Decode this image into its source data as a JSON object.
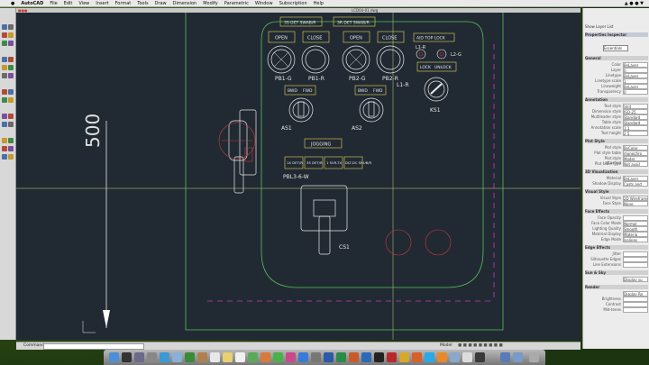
{
  "menubar": {
    "app": "AutoCAD",
    "items": [
      "File",
      "Edit",
      "View",
      "Insert",
      "Format",
      "Tools",
      "Draw",
      "Dimension",
      "Modify",
      "Parametric",
      "Window",
      "Subscription",
      "Help"
    ]
  },
  "document": {
    "title": "LCD04-01.dwg"
  },
  "drawing": {
    "dim_text": "500",
    "top_labels": [
      "3S DET SWAB/R",
      "3R DET SWAB/R"
    ],
    "aid_top_lock": "AID TOP LOCK",
    "open": "OPEN",
    "close": "CLOSE",
    "pb1g": "PB1-G",
    "pb1r": "PB1-R",
    "pb2g": "PB2-G",
    "pb2r": "PB2-R",
    "l1r_top": "L1-R",
    "l2g": "L2-G",
    "lock": "LOCK",
    "unlock": "UNLOCK",
    "l1r": "L1-R",
    "ks1": "KS1",
    "bwd": "BWD",
    "fwd": "FWD",
    "as1": "AS1",
    "as2": "AS2",
    "jogging": "JOGGING",
    "small_labels": [
      "1X DET/R",
      "3S DET/R",
      "1 SVR-TX",
      "DLT-DC SNUB/R"
    ],
    "pbl": "PBL3-6-W",
    "cs1": "CS1"
  },
  "command": {
    "label": "Command",
    "model_tab": "Model"
  },
  "inspector": {
    "title": "Show Layer List",
    "tab": "Properties Inspector",
    "selector": "Essentials",
    "sections": [
      {
        "name": "General",
        "rows": [
          {
            "k": "Color",
            "v": "ByLayer"
          },
          {
            "k": "Layer",
            "v": "0"
          },
          {
            "k": "Linetype",
            "v": "ByLayer"
          },
          {
            "k": "Linetype scale",
            "v": "1"
          },
          {
            "k": "Lineweight",
            "v": "ByLayer"
          },
          {
            "k": "Transparency",
            "v": "0"
          }
        ]
      },
      {
        "name": "Annotation",
        "rows": [
          {
            "k": "Text style",
            "v": "Unit"
          },
          {
            "k": "Dimension style",
            "v": "ISO-25"
          },
          {
            "k": "Multileader style",
            "v": "Standard"
          },
          {
            "k": "Table style",
            "v": "Standard"
          },
          {
            "k": "Annotation scale",
            "v": "1:1"
          },
          {
            "k": "Text height",
            "v": "2.5"
          }
        ]
      },
      {
        "name": "Plot Style",
        "rows": [
          {
            "k": "Plot style",
            "v": "ByColor"
          },
          {
            "k": "Plot style table",
            "v": "monochro"
          },
          {
            "k": "Plot style attached",
            "v": "Model"
          },
          {
            "k": "Plot table type",
            "v": "Not avail"
          }
        ]
      },
      {
        "name": "3D Visualization",
        "rows": [
          {
            "k": "Material",
            "v": "ByLayer"
          },
          {
            "k": "Shadow Display",
            "v": "Casts and"
          }
        ]
      },
      {
        "name": "Visual Style",
        "rows": [
          {
            "k": "Visual Style",
            "v": "2D Wireframe"
          },
          {
            "k": "Face Style",
            "v": "None"
          }
        ]
      },
      {
        "name": "Face Effects",
        "rows": [
          {
            "k": "Face Opacity",
            "v": ""
          },
          {
            "k": "Face Color Mode",
            "v": "Normal"
          },
          {
            "k": "Lighting Quality",
            "v": "Smooth"
          },
          {
            "k": "Material Display",
            "v": "Materia"
          },
          {
            "k": "Edge Mode",
            "v": "Isolines"
          }
        ]
      },
      {
        "name": "Edge Effects",
        "rows": [
          {
            "k": "Jitter",
            "v": ""
          },
          {
            "k": "Silhouette Edges",
            "v": ""
          },
          {
            "k": "Line Extensions",
            "v": ""
          }
        ]
      },
      {
        "name": "Sun & Sky",
        "rows": [
          {
            "k": "",
            "v": "Display su"
          }
        ]
      },
      {
        "name": "Render",
        "rows": [
          {
            "k": "",
            "v": "Display Re"
          },
          {
            "k": "Brightness",
            "v": ""
          },
          {
            "k": "Contrast",
            "v": ""
          },
          {
            "k": "Mid-tones",
            "v": ""
          }
        ]
      }
    ]
  }
}
